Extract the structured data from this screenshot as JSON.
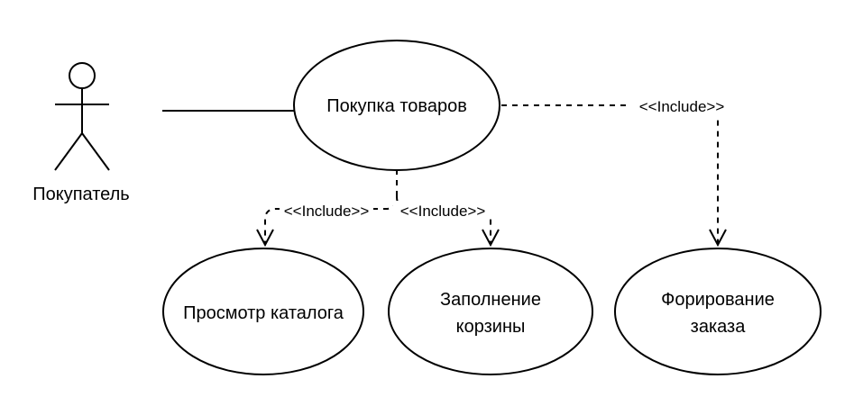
{
  "actor": {
    "name": "Покупатель"
  },
  "use_cases": {
    "main": "Покупка товаров",
    "catalog": "Просмотр каталога",
    "cart_line1": "Заполнение",
    "cart_line2": "корзины",
    "order_line1": "Форирование",
    "order_line2": "заказа"
  },
  "relations": {
    "include_catalog": "<<Include>>",
    "include_cart": "<<Include>>",
    "include_order": "<<Include>>"
  },
  "colors": {
    "stroke": "#000000",
    "background": "#ffffff"
  }
}
